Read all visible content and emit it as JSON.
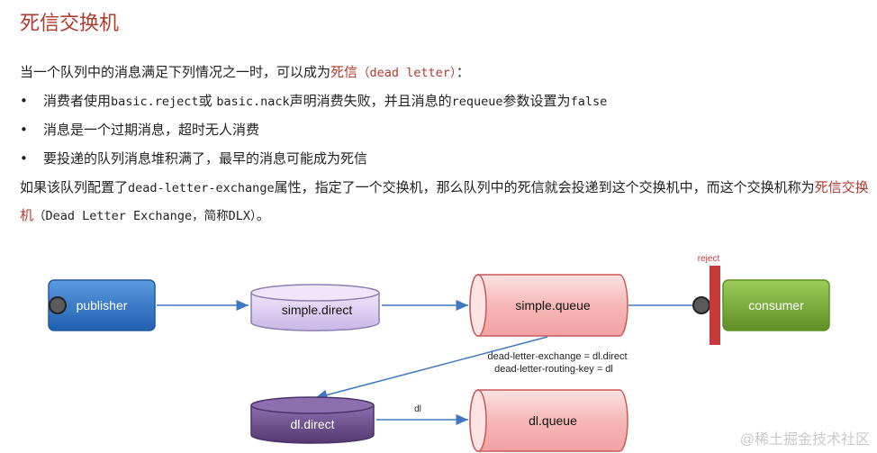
{
  "title": "死信交换机",
  "intro": {
    "pre": "当一个队列中的消息满足下列情况之一时，可以成为",
    "term": "死信",
    "paren": "（dead letter）",
    "post": "："
  },
  "bullets": {
    "b1": {
      "pre": "消费者使用",
      "code1": "basic.reject",
      "mid1": "或 ",
      "code2": "basic.nack",
      "mid2": "声明消费失败，并且消息的",
      "code3": "requeue",
      "mid3": "参数设置为",
      "code4": "false"
    },
    "b2": {
      "text": "消息是一个过期消息，超时无人消费"
    },
    "b3": {
      "text": "要投递的队列消息堆积满了，最早的消息可能成为死信"
    }
  },
  "para": {
    "pre": "如果该队列配置了",
    "code": "dead-letter-exchange",
    "mid": "属性，指定了一个交换机，那么队列中的死信就会投递到这个交换机中，而这个交换机称为",
    "term": "死信交换机",
    "paren": "（Dead Letter Exchange，简称DLX）",
    "post": "。"
  },
  "diagram": {
    "publisher": "publisher",
    "simple_direct": "simple.direct",
    "simple_queue": "simple.queue",
    "reject": "reject",
    "consumer": "consumer",
    "dlx_label_1": "dead-letter-exchange = dl.direct",
    "dlx_label_2": "dead-letter-routing-key = dl",
    "dl_direct": "dl.direct",
    "dl_key": "dl",
    "dl_queue": "dl.queue"
  },
  "watermark": "@稀土掘金技术社区",
  "colors": {
    "accent_red": "#b03a2e",
    "publisher_blue": "#2f6fc0",
    "exchange_purple": "#d7c8ee",
    "dl_exchange_purple": "#6a4a8c",
    "queue_pink": "#f7b8b8",
    "consumer_green": "#7aa83a",
    "reject_bar": "#c8393c"
  }
}
